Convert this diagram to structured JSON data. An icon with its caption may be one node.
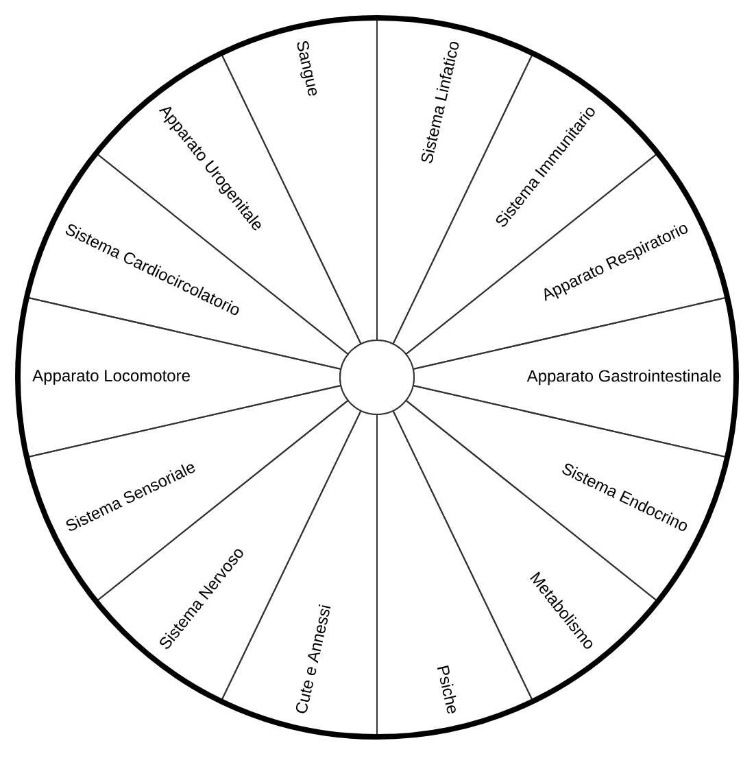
{
  "diagram": {
    "nodes": [
      {
        "text": [
          "Sistema Linfatico"
        ]
      },
      {
        "text": [
          "Sistema Immunitario"
        ]
      },
      {
        "text": [
          "Apparato Respiratorio"
        ]
      },
      {
        "text": [
          "Apparato Gastrointestinale"
        ]
      },
      {
        "text": [
          "Sistema Endocrino"
        ]
      },
      {
        "text": [
          "Metabolismo"
        ]
      },
      {
        "text": [
          "Psiche"
        ]
      },
      {
        "text": [
          "Cute e Annessi"
        ]
      },
      {
        "text": [
          "Sistema Nervoso"
        ]
      },
      {
        "text": [
          "Sistema Sensoriale"
        ]
      },
      {
        "text": [
          "Apparato Locomotore"
        ]
      },
      {
        "text": [
          "Sistema Cardiocircolatorio"
        ]
      },
      {
        "text": [
          "Apparato Urogenitale"
        ]
      },
      {
        "text": [
          "Sangue"
        ]
      }
    ]
  }
}
